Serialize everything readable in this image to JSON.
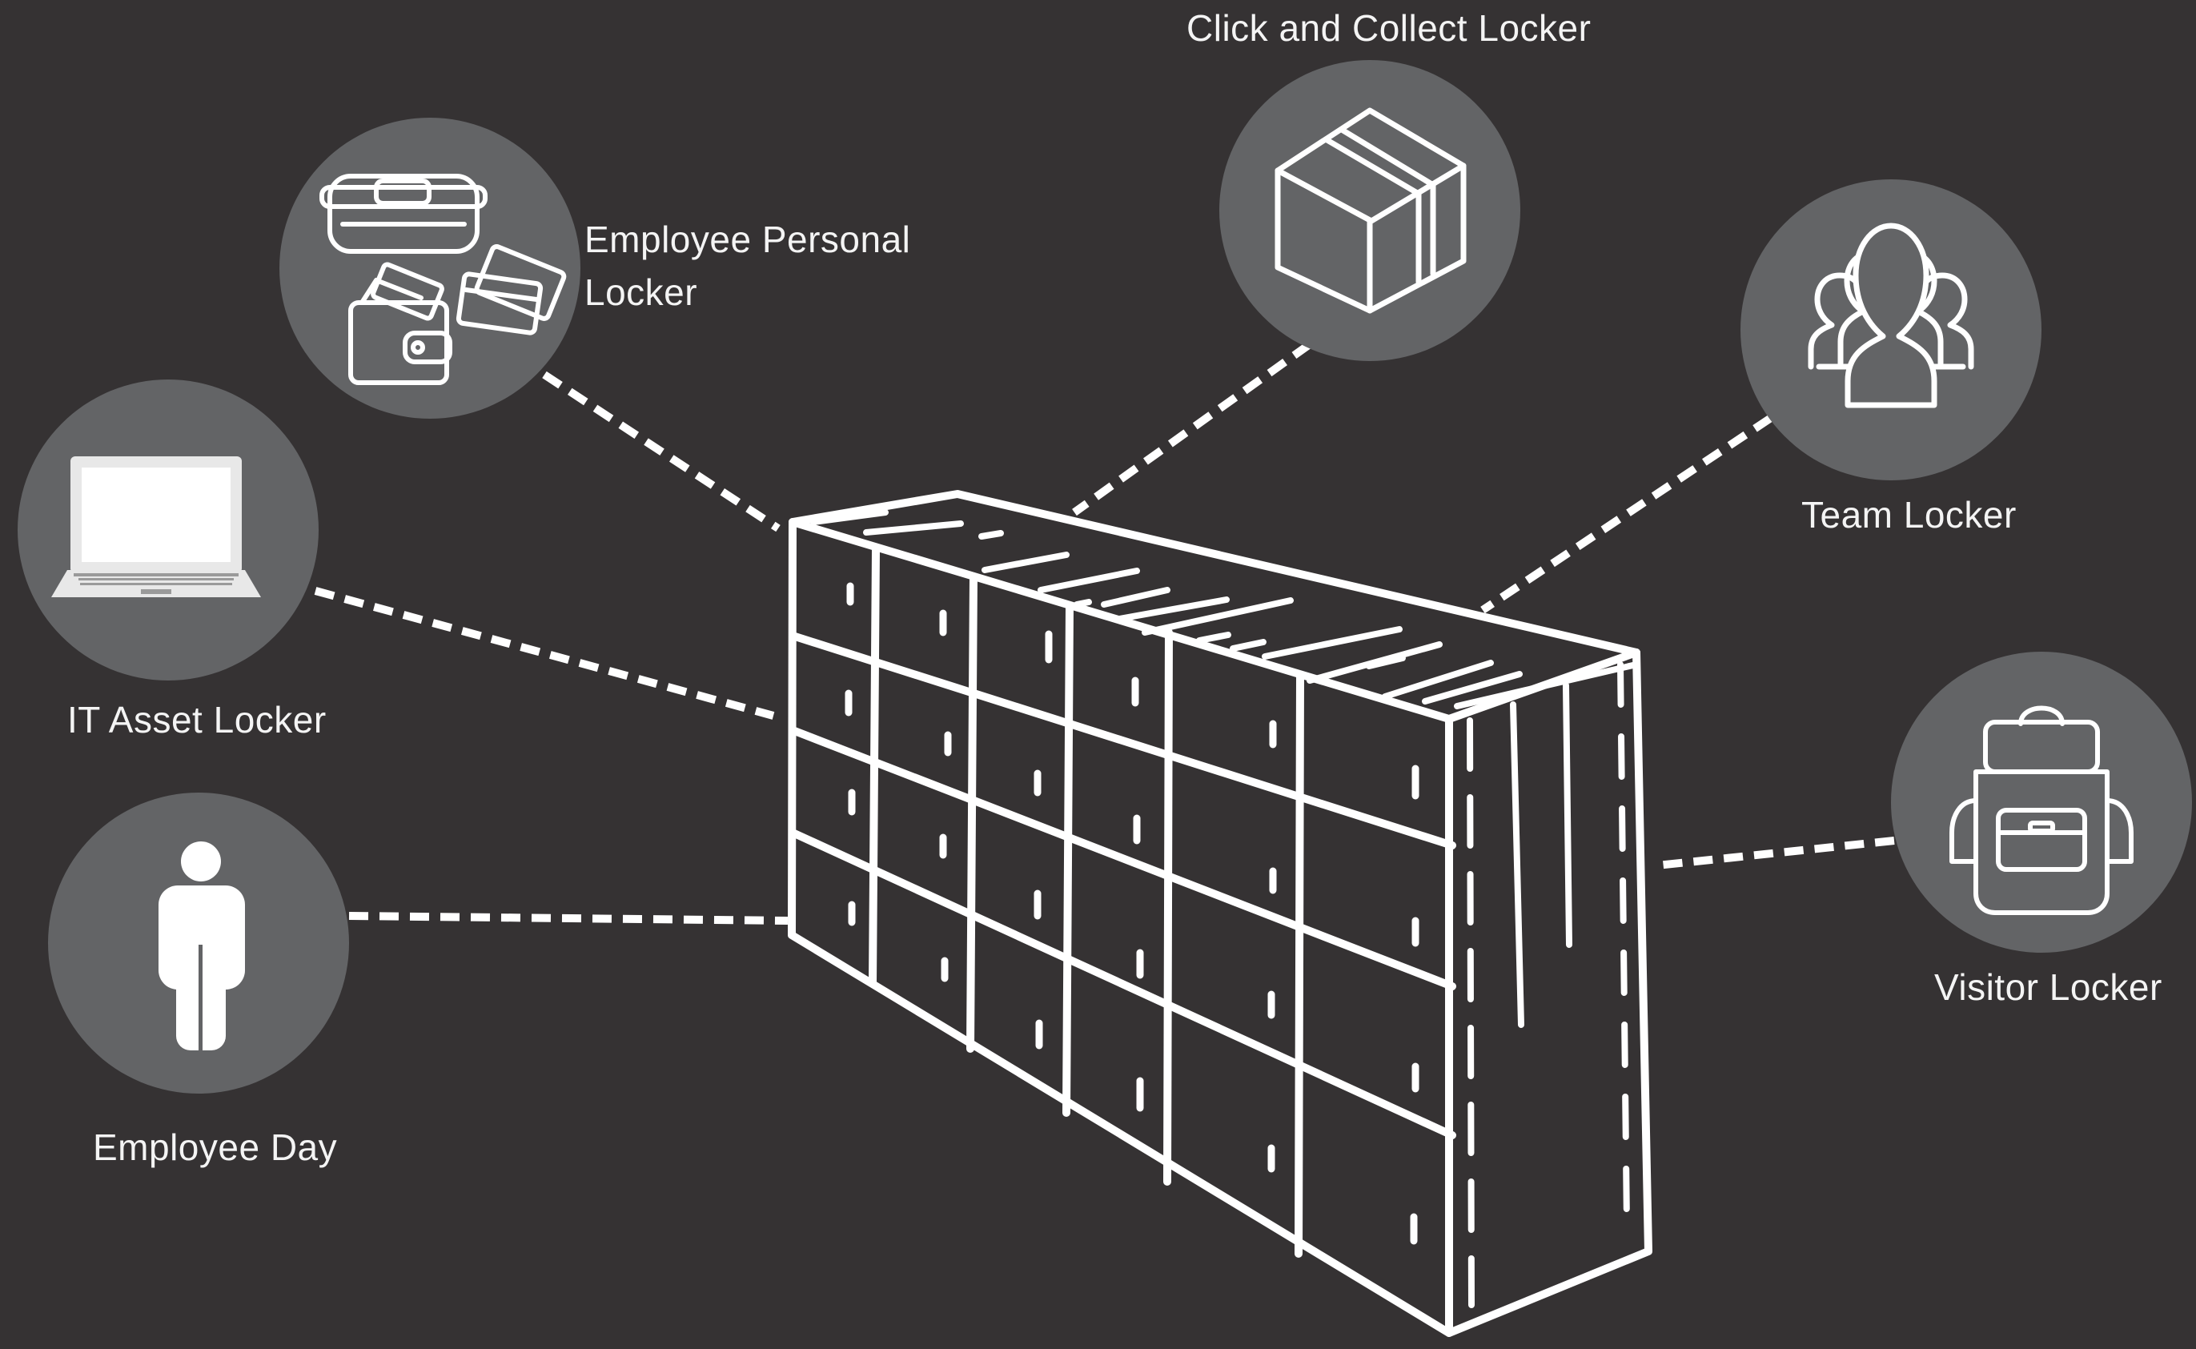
{
  "colors": {
    "background": "#353233",
    "circle": "#636466",
    "line": "#ffffff",
    "text": "#f4f4f4"
  },
  "lockers": [
    {
      "id": "click-collect",
      "label": "Click and Collect Locker",
      "icon": "package-box-icon"
    },
    {
      "id": "employee-personal",
      "label_lines": [
        "Employee Personal",
        "Locker"
      ],
      "icon": "lunchbox-wallet-cards-icon"
    },
    {
      "id": "team",
      "label": "Team Locker",
      "icon": "team-people-icon"
    },
    {
      "id": "it-asset",
      "label": "IT Asset Locker",
      "icon": "laptop-icon"
    },
    {
      "id": "visitor",
      "label": "Visitor Locker",
      "icon": "backpack-icon"
    },
    {
      "id": "employee-day",
      "label": "Employee Day",
      "icon": "person-icon"
    }
  ],
  "center": {
    "icon": "locker-bank-icon"
  }
}
